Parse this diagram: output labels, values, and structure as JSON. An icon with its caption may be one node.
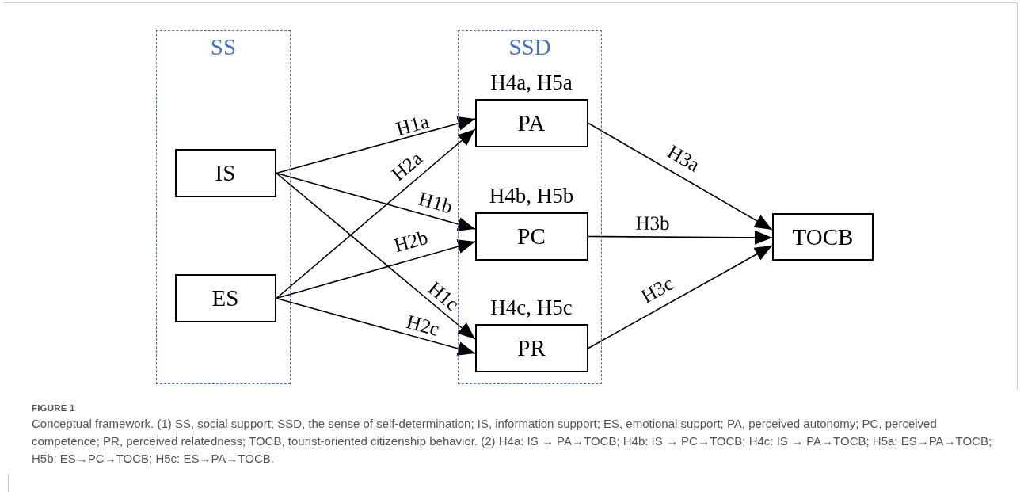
{
  "diagram": {
    "caption": "Conceptual framework. (1) SS, social support; SSD, the sense of self-determination; IS, information support; ES, emotional support; PA, perceived autonomy; PC, perceived competence; PR, perceived relatedness; TOCB, tourist-oriented citizenship behavior. (2) H4a: IS → PA→TOCB; H4b: IS → PC→TOCB; H4c: IS → PA→TOCB; H5a: ES→PA→TOCB; H5b: ES→PC→TOCB; H5c: ES→PA→TOCB.",
    "nodes": [
      {
        "text": [
          "SS"
        ]
      },
      {
        "text": [
          "SSD"
        ]
      },
      {
        "text": [
          "IS"
        ],
        "in": 0
      },
      {
        "text": [
          "ES"
        ],
        "in": 0
      },
      {
        "text": [
          "PA"
        ],
        "in": 1,
        "beside": [
          "H4a, H5a"
        ]
      },
      {
        "text": [
          "PC"
        ],
        "in": 1,
        "beside": [
          "H4b, H5b"
        ]
      },
      {
        "text": [
          "PR"
        ],
        "in": 1,
        "beside": [
          "H4c, H5c"
        ]
      },
      {
        "text": [
          "TOCB"
        ]
      }
    ],
    "edges": [
      {
        "from": 2,
        "to": 4,
        "arrow": "to",
        "label": "H1a"
      },
      {
        "from": 2,
        "to": 5,
        "arrow": "to",
        "label": "H1b"
      },
      {
        "from": 2,
        "to": 6,
        "arrow": "to",
        "label": "H1c"
      },
      {
        "from": 3,
        "to": 4,
        "arrow": "to",
        "label": "H2a"
      },
      {
        "from": 3,
        "to": 5,
        "arrow": "to",
        "label": "H2b"
      },
      {
        "from": 3,
        "to": 6,
        "arrow": "to",
        "label": "H2c"
      },
      {
        "from": 4,
        "to": 7,
        "arrow": "to",
        "label": "H3a"
      },
      {
        "from": 5,
        "to": 7,
        "arrow": "to",
        "label": "H3b"
      },
      {
        "from": 6,
        "to": 7,
        "arrow": "to",
        "label": "H3c"
      }
    ],
    "labels": [
      "FIGURE 1"
    ]
  }
}
